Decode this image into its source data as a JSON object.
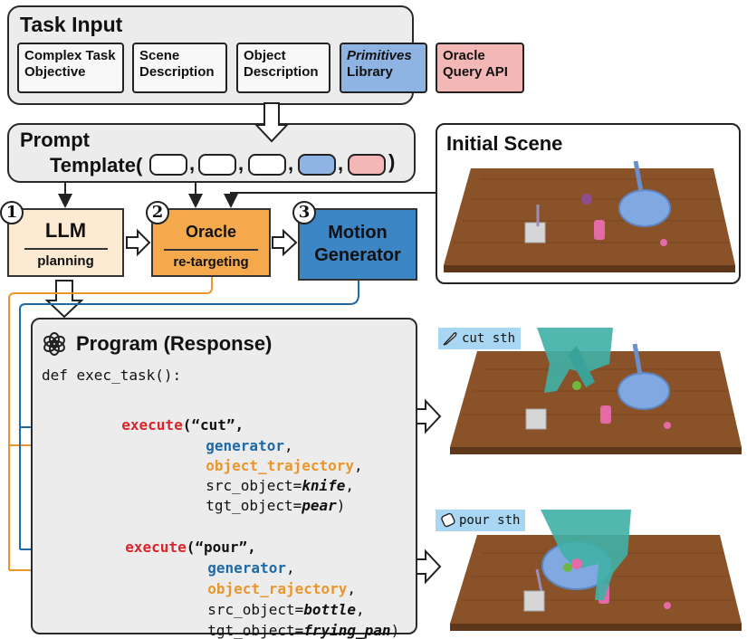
{
  "task_input": {
    "title": "Task Input",
    "items": [
      {
        "line1": "Complex Task",
        "line2": "Objective",
        "italic": false,
        "bg": "#f8f8f8"
      },
      {
        "line1": "Scene",
        "line2": "Description",
        "italic": false,
        "bg": "#f8f8f8"
      },
      {
        "line1": "Object",
        "line2": "Description",
        "italic": false,
        "bg": "#f8f8f8"
      },
      {
        "line1": "Primitives",
        "line2": "Library",
        "italic": true,
        "bg": "#8fb4e3"
      },
      {
        "line1": "Oracle",
        "line2": "Query API",
        "italic": false,
        "bg": "#f3b7b6"
      }
    ]
  },
  "prompt": {
    "line1": "Prompt",
    "line2": "Template(",
    "close": ")",
    "sep": ",",
    "slot_colors": [
      "#ffffff",
      "#ffffff",
      "#ffffff",
      "#8fb4e3",
      "#f3b7b6"
    ]
  },
  "nodes": [
    {
      "num": "1",
      "title": "LLM",
      "sub": "planning",
      "bg": "#fcebd2"
    },
    {
      "num": "2",
      "title": "Oracle",
      "sub": "re-targeting",
      "bg": "#f5a94d"
    },
    {
      "num": "3",
      "title": "Motion",
      "title2": "Generator",
      "bg": "#3d86c6"
    }
  ],
  "initial_scene": {
    "title": "Initial Scene"
  },
  "program": {
    "title": "Program (Response)",
    "def": "def exec_task():",
    "block1": {
      "execute": "execute",
      "verb": "(“cut”,",
      "generator": "generator",
      "trajectory": "object_trajectory",
      "comma": ",",
      "src_prefix": "src_object=",
      "src": "knife",
      "tgt_prefix": "tgt_object=",
      "tgt": "pear",
      "close": ")"
    },
    "block2": {
      "execute": "execute",
      "verb": "(“pour”,",
      "generator": "generator",
      "trajectory": "object_rajectory",
      "comma": ",",
      "src_prefix": "src_object=",
      "src": "bottle",
      "tgt_prefix": "tgt_object=",
      "tgt": "frying_pan",
      "close": ")"
    }
  },
  "scene_labels": {
    "cut": "cut sth",
    "pour": "pour sth"
  },
  "colors": {
    "blue": "#1f6aa6",
    "orange": "#e9972c",
    "red": "#d8262c",
    "table": "#8a5228"
  }
}
